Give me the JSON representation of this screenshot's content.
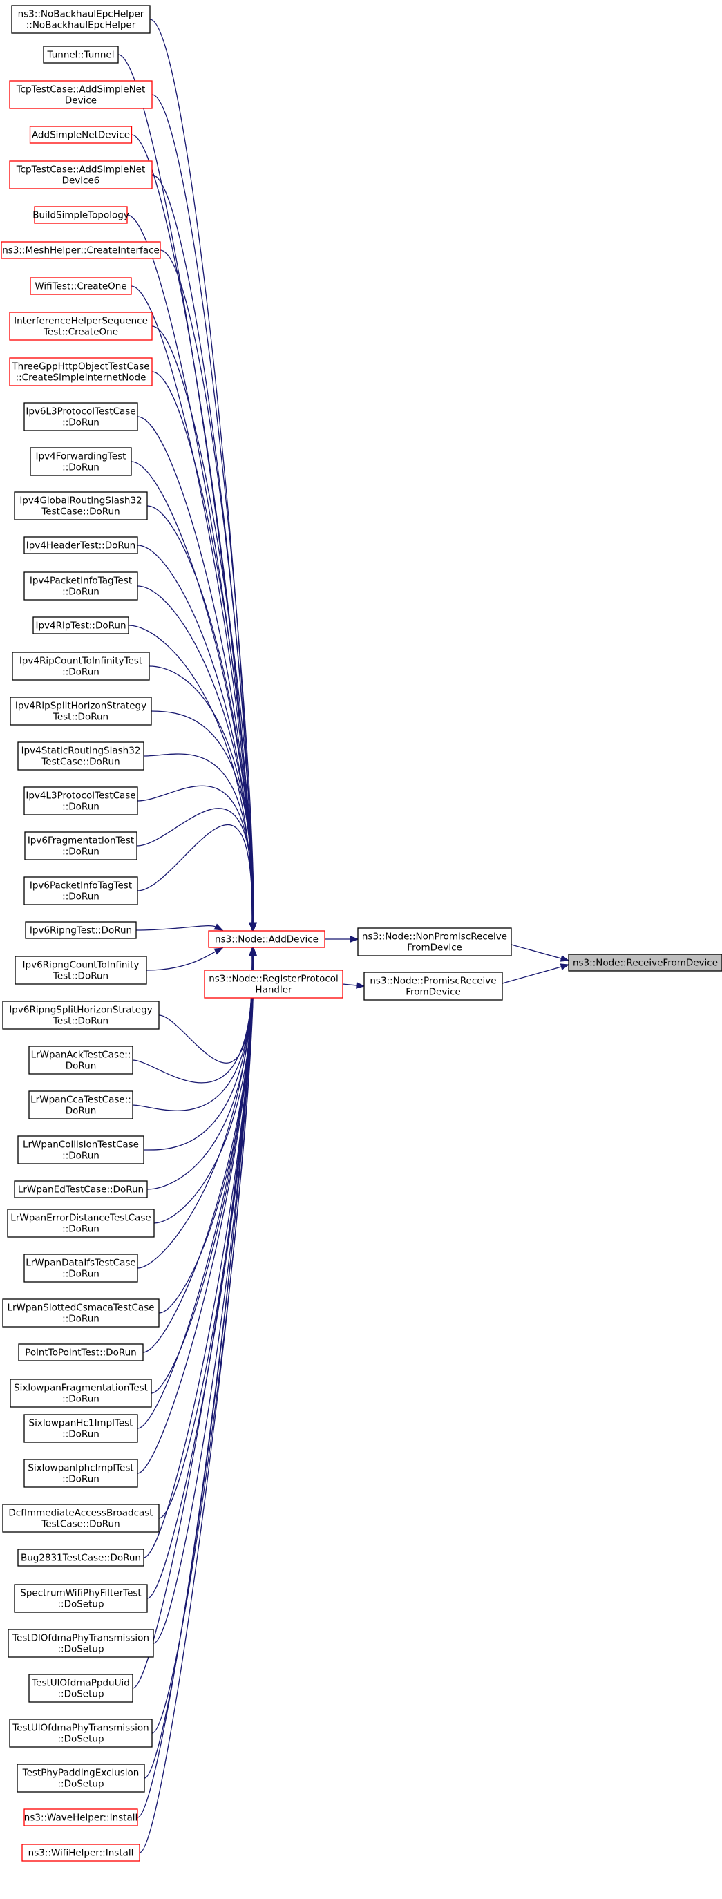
{
  "graph": {
    "colors": {
      "edge": "#191970",
      "documented_border": "#000000",
      "undocumented_border": "#ff0000",
      "focus_fill": "#bfbfbf"
    },
    "hub": {
      "id": "add-device",
      "lines": [
        "ns3::Node::AddDevice"
      ],
      "border": "red"
    },
    "register": {
      "id": "register-protocol-handler",
      "lines": [
        "ns3::Node::RegisterProtocol",
        "Handler"
      ],
      "border": "red"
    },
    "nonpromisc": {
      "id": "non-promisc-receive-from-device",
      "lines": [
        "ns3::Node::NonPromiscReceive",
        "FromDevice"
      ],
      "border": "black"
    },
    "promisc": {
      "id": "promisc-receive-from-device",
      "lines": [
        "ns3::Node::PromiscReceive",
        "FromDevice"
      ],
      "border": "black"
    },
    "target": {
      "id": "receive-from-device",
      "lines": [
        "ns3::Node::ReceiveFromDevice"
      ],
      "border": "black",
      "focus": true
    },
    "callers": [
      {
        "lines": [
          "ns3::NoBackhaulEpcHelper",
          "::NoBackhaulEpcHelper"
        ],
        "border": "black"
      },
      {
        "lines": [
          "Tunnel::Tunnel"
        ],
        "border": "black"
      },
      {
        "lines": [
          "TcpTestCase::AddSimpleNet",
          "Device"
        ],
        "border": "red"
      },
      {
        "lines": [
          "AddSimpleNetDevice"
        ],
        "border": "red"
      },
      {
        "lines": [
          "TcpTestCase::AddSimpleNet",
          "Device6"
        ],
        "border": "red"
      },
      {
        "lines": [
          "BuildSimpleTopology"
        ],
        "border": "red"
      },
      {
        "lines": [
          "ns3::MeshHelper::CreateInterface"
        ],
        "border": "red"
      },
      {
        "lines": [
          "WifiTest::CreateOne"
        ],
        "border": "red"
      },
      {
        "lines": [
          "InterferenceHelperSequence",
          "Test::CreateOne"
        ],
        "border": "red"
      },
      {
        "lines": [
          "ThreeGppHttpObjectTestCase",
          "::CreateSimpleInternetNode"
        ],
        "border": "red"
      },
      {
        "lines": [
          "Ipv6L3ProtocolTestCase",
          "::DoRun"
        ],
        "border": "black"
      },
      {
        "lines": [
          "Ipv4ForwardingTest",
          "::DoRun"
        ],
        "border": "black"
      },
      {
        "lines": [
          "Ipv4GlobalRoutingSlash32",
          "TestCase::DoRun"
        ],
        "border": "black"
      },
      {
        "lines": [
          "Ipv4HeaderTest::DoRun"
        ],
        "border": "black"
      },
      {
        "lines": [
          "Ipv4PacketInfoTagTest",
          "::DoRun"
        ],
        "border": "black"
      },
      {
        "lines": [
          "Ipv4RipTest::DoRun"
        ],
        "border": "black"
      },
      {
        "lines": [
          "Ipv4RipCountToInfinityTest",
          "::DoRun"
        ],
        "border": "black"
      },
      {
        "lines": [
          "Ipv4RipSplitHorizonStrategy",
          "Test::DoRun"
        ],
        "border": "black"
      },
      {
        "lines": [
          "Ipv4StaticRoutingSlash32",
          "TestCase::DoRun"
        ],
        "border": "black"
      },
      {
        "lines": [
          "Ipv4L3ProtocolTestCase",
          "::DoRun"
        ],
        "border": "black"
      },
      {
        "lines": [
          "Ipv6FragmentationTest",
          "::DoRun"
        ],
        "border": "black"
      },
      {
        "lines": [
          "Ipv6PacketInfoTagTest",
          "::DoRun"
        ],
        "border": "black"
      },
      {
        "lines": [
          "Ipv6RipngTest::DoRun"
        ],
        "border": "black"
      },
      {
        "lines": [
          "Ipv6RipngCountToInfinity",
          "Test::DoRun"
        ],
        "border": "black"
      },
      {
        "lines": [
          "Ipv6RipngSplitHorizonStrategy",
          "Test::DoRun"
        ],
        "border": "black"
      },
      {
        "lines": [
          "LrWpanAckTestCase::",
          "DoRun"
        ],
        "border": "black"
      },
      {
        "lines": [
          "LrWpanCcaTestCase::",
          "DoRun"
        ],
        "border": "black"
      },
      {
        "lines": [
          "LrWpanCollisionTestCase",
          "::DoRun"
        ],
        "border": "black"
      },
      {
        "lines": [
          "LrWpanEdTestCase::DoRun"
        ],
        "border": "black"
      },
      {
        "lines": [
          "LrWpanErrorDistanceTestCase",
          "::DoRun"
        ],
        "border": "black"
      },
      {
        "lines": [
          "LrWpanDataIfsTestCase",
          "::DoRun"
        ],
        "border": "black"
      },
      {
        "lines": [
          "LrWpanSlottedCsmacaTestCase",
          "::DoRun"
        ],
        "border": "black"
      },
      {
        "lines": [
          "PointToPointTest::DoRun"
        ],
        "border": "black"
      },
      {
        "lines": [
          "SixlowpanFragmentationTest",
          "::DoRun"
        ],
        "border": "black"
      },
      {
        "lines": [
          "SixlowpanHc1ImplTest",
          "::DoRun"
        ],
        "border": "black"
      },
      {
        "lines": [
          "SixlowpanIphcImplTest",
          "::DoRun"
        ],
        "border": "black"
      },
      {
        "lines": [
          "DcfImmediateAccessBroadcast",
          "TestCase::DoRun"
        ],
        "border": "black"
      },
      {
        "lines": [
          "Bug2831TestCase::DoRun"
        ],
        "border": "black"
      },
      {
        "lines": [
          "SpectrumWifiPhyFilterTest",
          "::DoSetup"
        ],
        "border": "black"
      },
      {
        "lines": [
          "TestDlOfdmaPhyTransmission",
          "::DoSetup"
        ],
        "border": "black"
      },
      {
        "lines": [
          "TestUlOfdmaPpduUid",
          "::DoSetup"
        ],
        "border": "black"
      },
      {
        "lines": [
          "TestUlOfdmaPhyTransmission",
          "::DoSetup"
        ],
        "border": "black"
      },
      {
        "lines": [
          "TestPhyPaddingExclusion",
          "::DoSetup"
        ],
        "border": "black"
      },
      {
        "lines": [
          "ns3::WaveHelper::Install"
        ],
        "border": "red"
      },
      {
        "lines": [
          "ns3::WifiHelper::Install"
        ],
        "border": "red"
      }
    ]
  }
}
